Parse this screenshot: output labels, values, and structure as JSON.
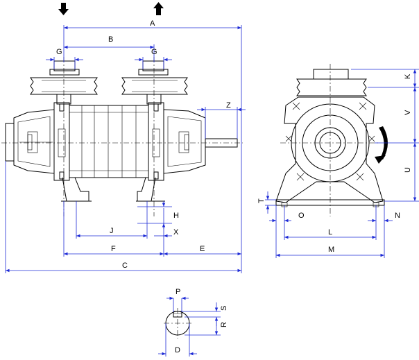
{
  "labels": {
    "A": "A",
    "B": "B",
    "G1": "G",
    "G2": "G",
    "Z": "Z",
    "K": "K",
    "V": "V",
    "U": "U",
    "T": "T",
    "O": "O",
    "N": "N",
    "L": "L",
    "M": "M",
    "H": "H",
    "J": "J",
    "X": "X",
    "F": "F",
    "E": "E",
    "C": "C",
    "P": "P",
    "S": "S",
    "R": "R",
    "D": "D"
  },
  "icons": {
    "inlet": "arrow-down-icon",
    "outlet": "arrow-up-icon",
    "rotation": "curved-arrow-icon"
  }
}
